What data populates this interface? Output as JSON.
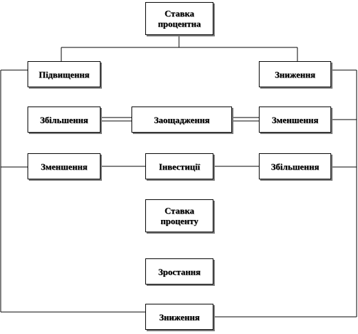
{
  "diagram": {
    "top": {
      "line1": "Ставка",
      "line2": "процентна"
    },
    "left_col": {
      "increase": "Підвищення",
      "growth": "Збільшення",
      "decrease": "Зменшення"
    },
    "right_col": {
      "lowering": "Зниження",
      "decrease": "Зменшення",
      "growth": "Збільшення"
    },
    "center": {
      "savings": "Заощадження",
      "investments": "Інвестиції",
      "rate_line1": "Ставка",
      "rate_line2": "проценту",
      "rise": "Зростання",
      "lowering": "Зниження"
    }
  }
}
